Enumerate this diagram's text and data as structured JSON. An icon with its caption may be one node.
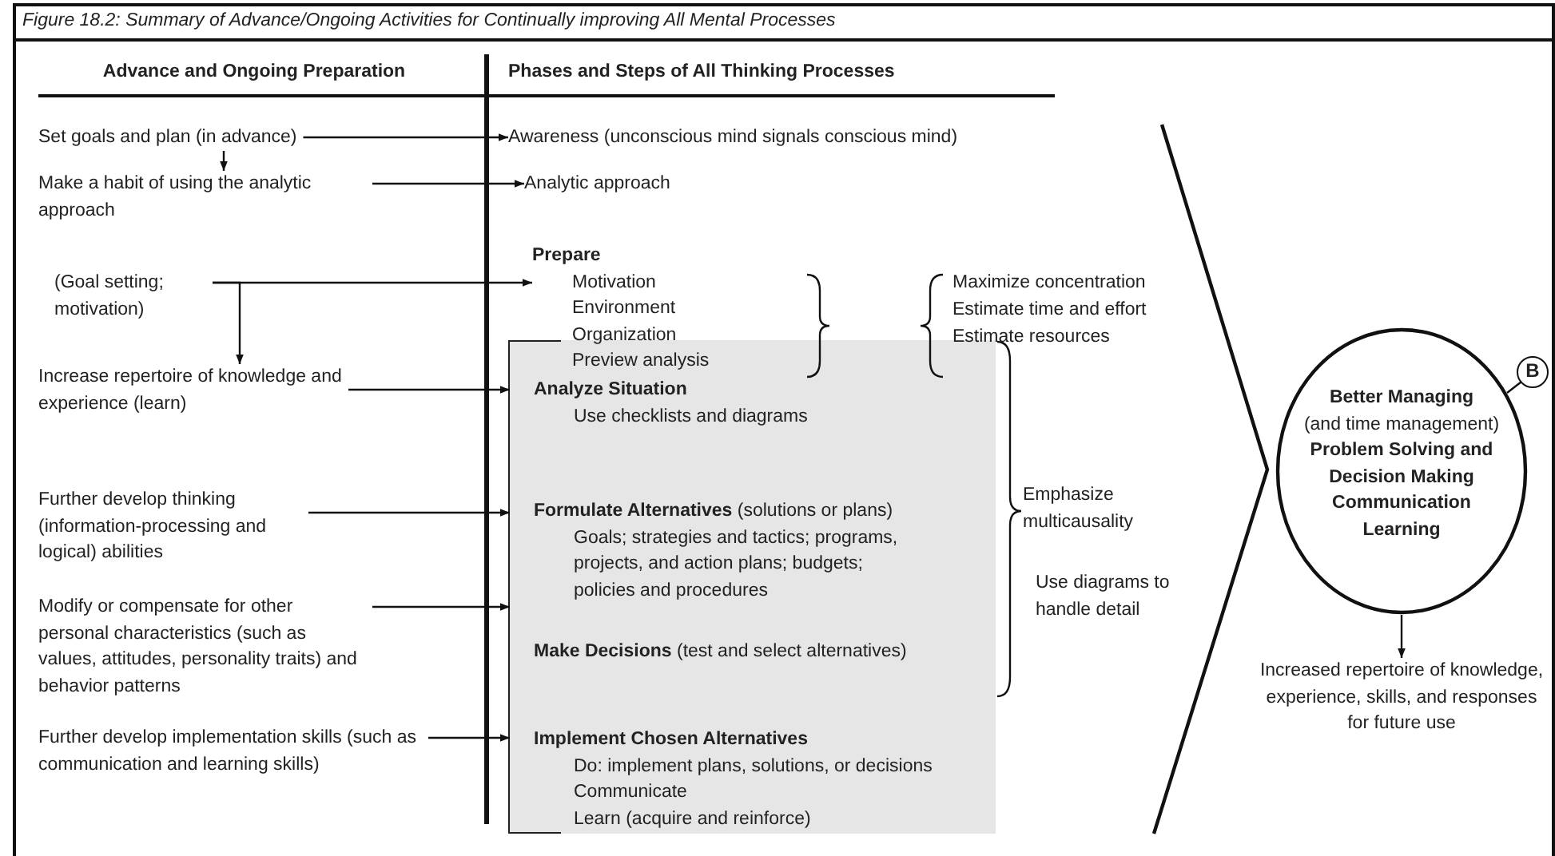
{
  "diagram": {
    "title": "Figure 18.2: Summary of Advance/Ongoing Activities for Continually improving All Mental Processes",
    "nodes": [
      {
        "text": [
          "Set goals and plan (in advance)"
        ]
      },
      {
        "text": [
          "Make a habit of using the analytic approach"
        ]
      },
      {
        "text": [
          "(Goal setting; motivation)"
        ]
      },
      {
        "text": [
          "Increase repertoire of knowledge and experience (learn)"
        ]
      },
      {
        "text": [
          "Further develop thinking (information-processing and logical) abilities"
        ]
      },
      {
        "text": [
          "Modify or compensate for other personal characteristics (such as values, attitudes, personality traits) and behavior patterns"
        ]
      },
      {
        "text": [
          "Further develop implementation skills (such as communication and learning skills)"
        ]
      },
      {
        "text": [
          "Awareness (unconscious mind signals conscious mind)"
        ]
      },
      {
        "text": [
          "Analytic approach"
        ]
      },
      {
        "text": [
          "Prepare",
          "Motivation",
          "Environment",
          "Organization",
          "Preview analysis"
        ]
      },
      {
        "text": [],
        "shape": "box"
      },
      {
        "text": [
          "Analyze Situation",
          "Use checklists and diagrams"
        ],
        "in": 10
      },
      {
        "text": [
          "**Formulate Alternatives** (solutions or plans)",
          "Goals; strategies and tactics; programs, projects, and action plans; budgets; policies and procedures"
        ],
        "in": 10
      },
      {
        "text": [
          "**Make Decisions** (test and select alternatives)"
        ],
        "in": 10
      },
      {
        "text": [
          "Implement Chosen Alternatives",
          "Do: implement plans, solutions, or decisions",
          "Communicate",
          "Learn (acquire and reinforce)"
        ],
        "in": 10
      },
      {
        "text": [
          "Better Managing",
          "(and time management)",
          "Problem Solving and Decision Making",
          "Communication",
          "Learning"
        ]
      },
      {
        "text": [
          "B"
        ]
      },
      {
        "text": [
          "Increased repertoire of knowledge, experience, skills, and responses for future use"
        ]
      }
    ],
    "edges": [
      {
        "from": 0,
        "to": 7,
        "arrow": "to"
      },
      {
        "from": 0,
        "to": 1,
        "arrow": "to"
      },
      {
        "from": 1,
        "to": 8,
        "arrow": "to"
      },
      {
        "from": 2,
        "to": 9,
        "arrow": "to"
      },
      {
        "from": 2,
        "to": 3,
        "arrow": "to"
      },
      {
        "from": 3,
        "to": 11,
        "arrow": "to"
      },
      {
        "from": 4,
        "to": 12,
        "arrow": "to"
      },
      {
        "from": 5,
        "to": 12,
        "arrow": "to"
      },
      {
        "from": 6,
        "to": 14,
        "arrow": "to"
      },
      {
        "from": 16,
        "to": 15,
        "arrow": "none"
      },
      {
        "from": 15,
        "to": 17,
        "arrow": "to"
      }
    ],
    "labels": [
      "Advance and Ongoing Preparation",
      "Phases and Steps of All Thinking Processes",
      "Maximize concentration",
      "Estimate time and effort",
      "Estimate resources",
      "Emphasize multicausality",
      "Use diagrams to handle detail"
    ]
  }
}
